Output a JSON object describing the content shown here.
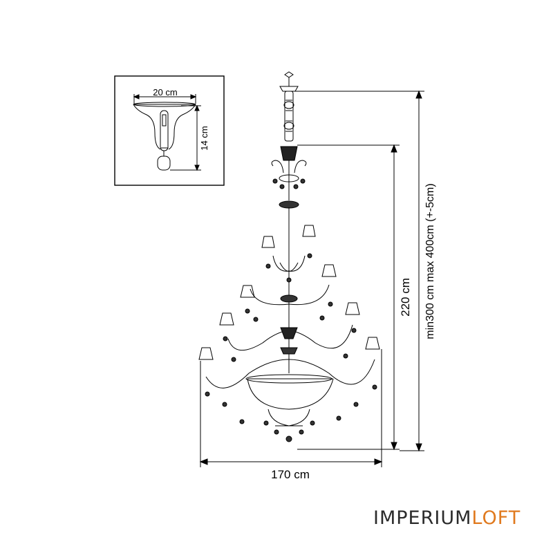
{
  "inset": {
    "width_label": "20 cm",
    "height_label": "14 cm"
  },
  "dimensions": {
    "width_label": "170 cm",
    "body_height_label": "220 cm",
    "total_height_label": "min300 cm  max 400cm (+-5cm)"
  },
  "brand": {
    "part1": "IMPERIUM",
    "part2": "LOFT",
    "accent_color": "#e07a1f"
  }
}
